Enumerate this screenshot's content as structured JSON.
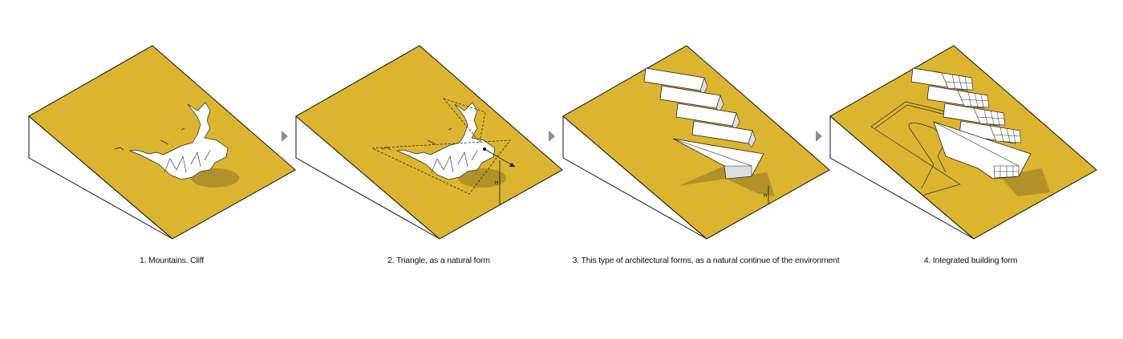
{
  "colors": {
    "ground": "#dbb52f",
    "shadow": "#a98b28",
    "side": "#ffffff",
    "arrow": "#8c8c8c"
  },
  "steps": [
    {
      "caption": "1. Mountains. Cliff"
    },
    {
      "caption": "2. Triangle, as a natural form",
      "dimension_label": "H"
    },
    {
      "caption": "3. This type of architectural forms, as a natural continue of the environment",
      "dimension_label": "H"
    },
    {
      "caption": "4. Integrated building form"
    }
  ]
}
